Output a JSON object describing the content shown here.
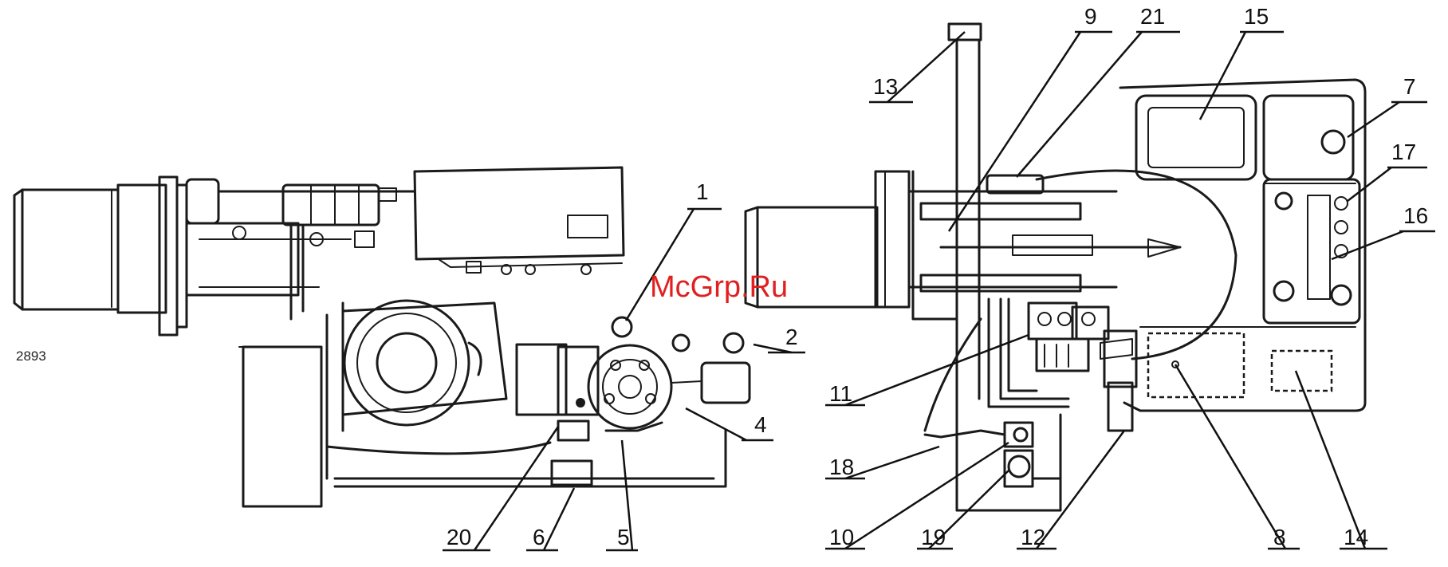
{
  "figure_code": "2893",
  "watermark": "McGrp.Ru",
  "labels_left": [
    "1",
    "2",
    "4",
    "5",
    "6",
    "20"
  ],
  "labels_right": [
    "7",
    "8",
    "9",
    "10",
    "11",
    "12",
    "13",
    "14",
    "15",
    "16",
    "17",
    "18",
    "19",
    "21"
  ]
}
